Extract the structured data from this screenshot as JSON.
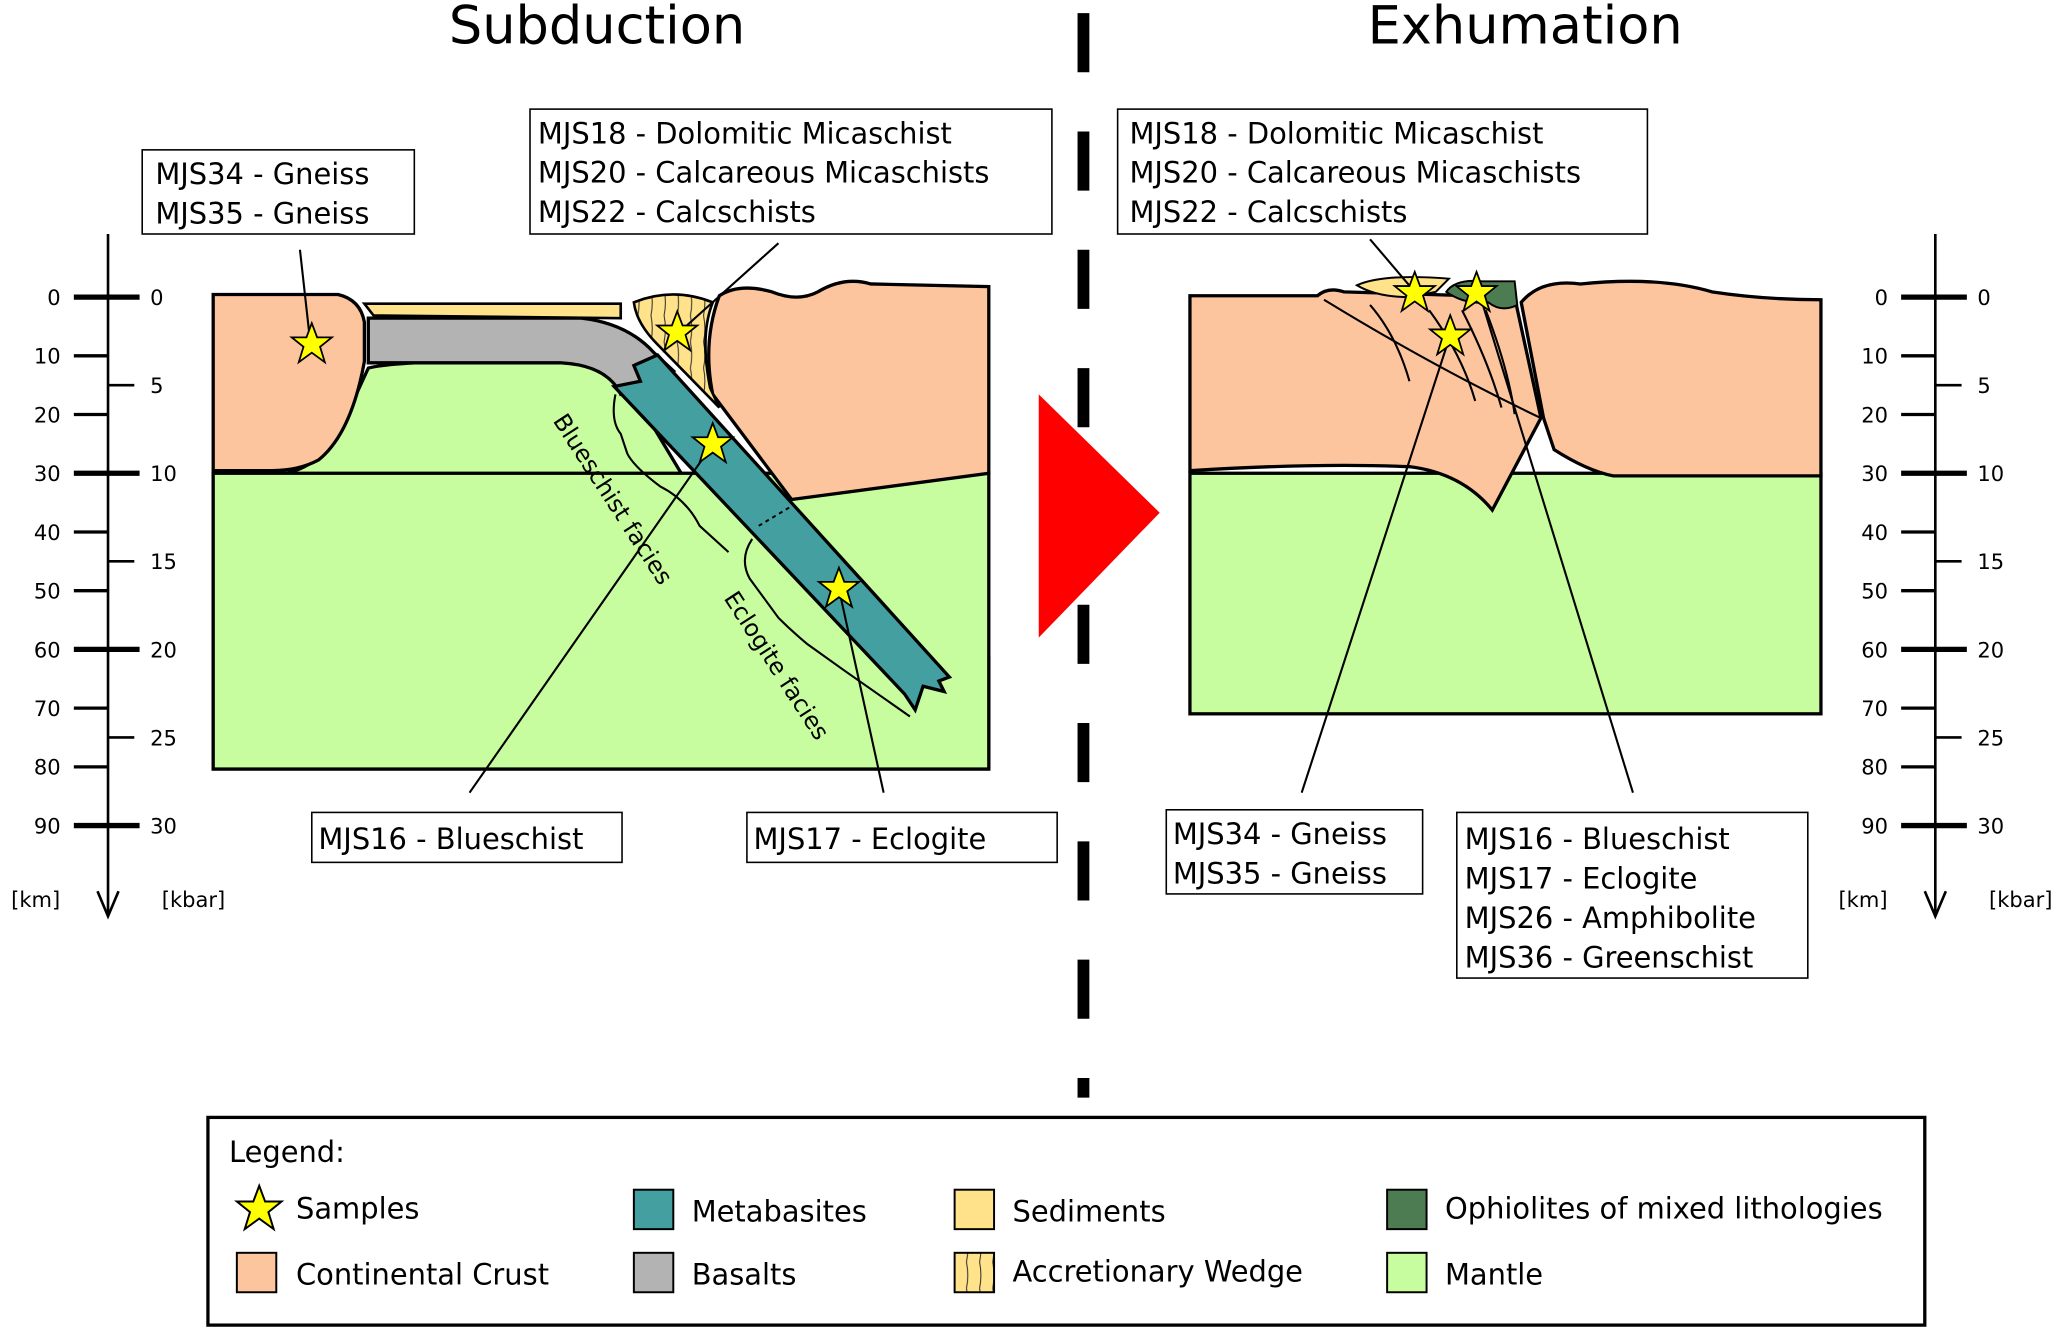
{
  "titles": {
    "left": "Subduction",
    "right": "Exhumation"
  },
  "colors": {
    "continental_crust": "#fdc59e",
    "mantle": "#c7fd9f",
    "basalts": "#b3b3b3",
    "metabasites": "#44a0a0",
    "sediments": "#ffe28a",
    "ophiolites": "#4e7c52",
    "sample_star": "#ffff00",
    "arrow": "#ff0000"
  },
  "axis": {
    "km_unit": "[km]",
    "kbar_unit": "[kbar]",
    "km_ticks": [
      "0",
      "10",
      "20",
      "30",
      "40",
      "50",
      "60",
      "70",
      "80",
      "90"
    ],
    "kbar_ticks": [
      "0",
      "5",
      "10",
      "15",
      "20",
      "25",
      "30"
    ]
  },
  "left_panel": {
    "box_gneiss": [
      "MJS34 - Gneiss",
      "MJS35 - Gneiss"
    ],
    "box_sediments": [
      "MJS18 - Dolomitic Micaschist",
      "MJS20 - Calcareous Micaschists",
      "MJS22 - Calcschists"
    ],
    "box_blueschist": [
      "MJS16 - Blueschist"
    ],
    "box_eclogite": [
      "MJS17 - Eclogite"
    ],
    "facies_blueschist": "Blueschist facies",
    "facies_eclogite": "Eclogite facies"
  },
  "right_panel": {
    "box_sediments": [
      "MJS18 - Dolomitic Micaschist",
      "MJS20 - Calcareous Micaschists",
      "MJS22 - Calcschists"
    ],
    "box_gneiss": [
      "MJS34 - Gneiss",
      "MJS35 - Gneiss"
    ],
    "box_mixed": [
      "MJS16 - Blueschist",
      "MJS17 - Eclogite",
      "MJS26 - Amphibolite",
      "MJS36 - Greenschist"
    ]
  },
  "legend": {
    "title": "Legend:",
    "items": [
      {
        "label": "Samples",
        "swatch": "star"
      },
      {
        "label": "Metabasites",
        "swatch": "metabasites"
      },
      {
        "label": "Sediments",
        "swatch": "sediments"
      },
      {
        "label": "Ophiolites of mixed lithologies",
        "swatch": "ophiolites"
      },
      {
        "label": "Continental Crust",
        "swatch": "continental_crust"
      },
      {
        "label": "Basalts",
        "swatch": "basalts"
      },
      {
        "label": "Accretionary Wedge",
        "swatch": "accretionary_wedge"
      },
      {
        "label": "Mantle",
        "swatch": "mantle"
      }
    ]
  }
}
